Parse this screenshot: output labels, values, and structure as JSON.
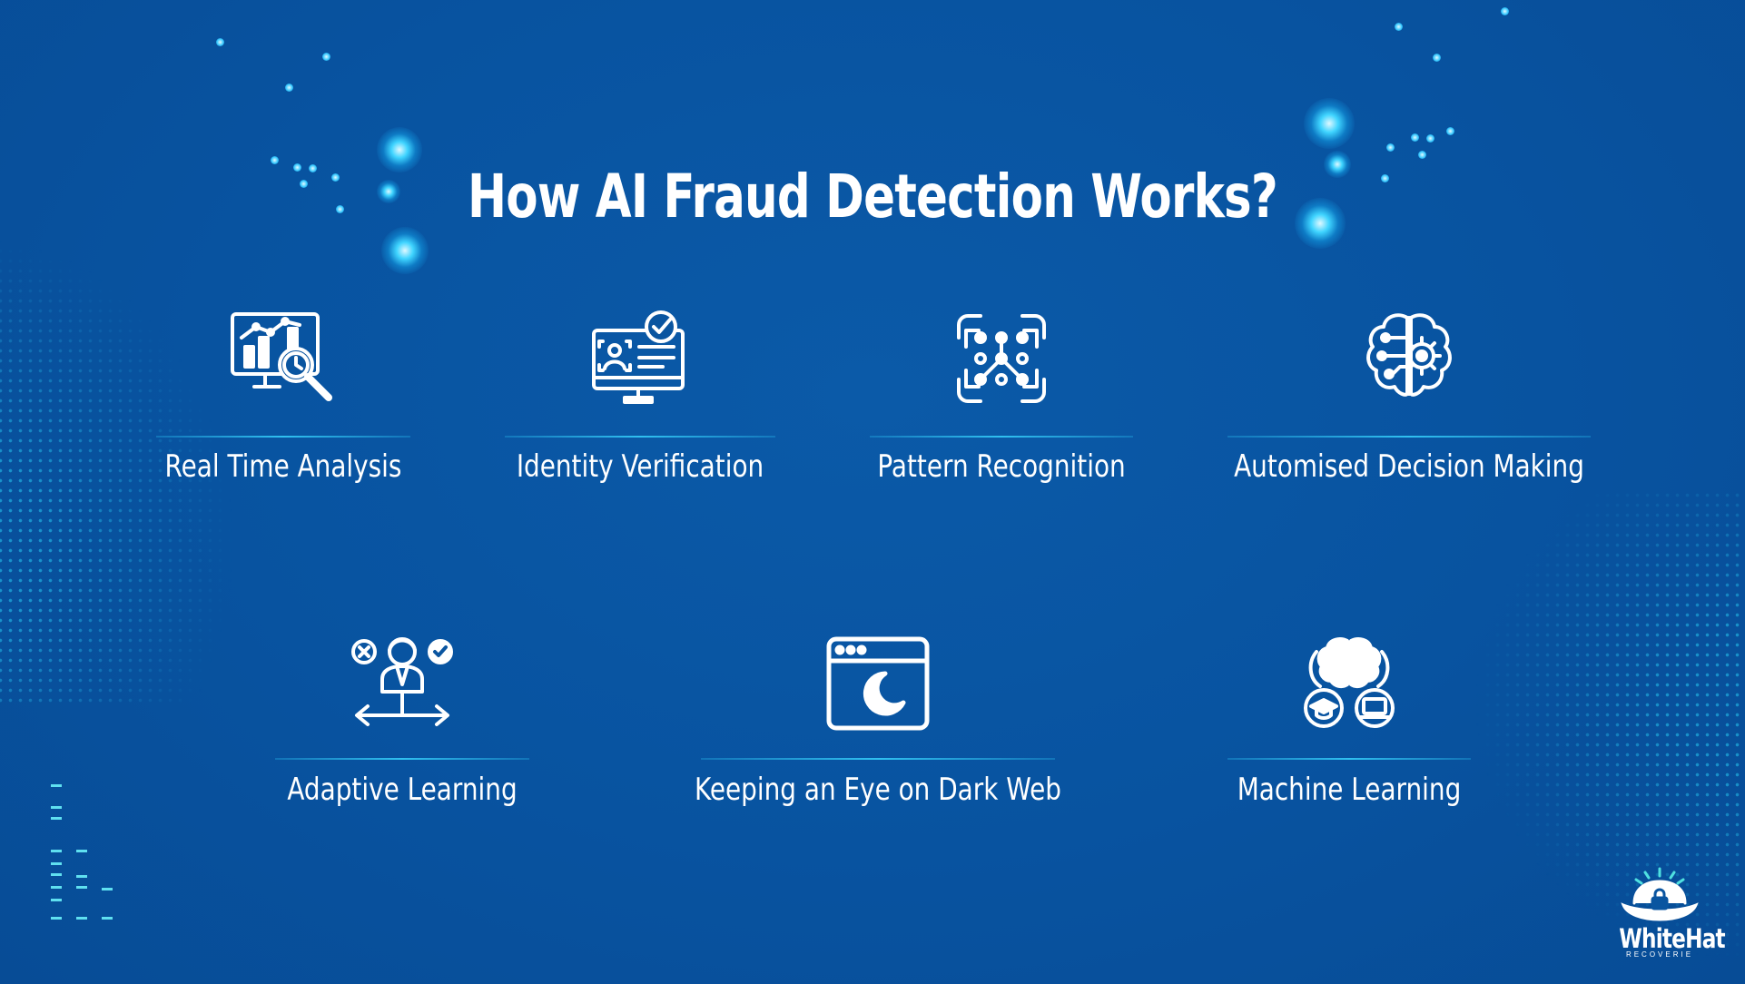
{
  "title": "How AI Fraud Detection Works?",
  "steps": [
    {
      "label": "Real Time Analysis",
      "icon": "monitor-chart-magnifier-icon"
    },
    {
      "label": "Identity Verification",
      "icon": "id-monitor-check-icon"
    },
    {
      "label": "Pattern Recognition",
      "icon": "scan-pattern-icon"
    },
    {
      "label": "Automised Decision Making",
      "icon": "brain-gear-icon"
    },
    {
      "label": "Adaptive Learning",
      "icon": "person-choice-arrows-icon"
    },
    {
      "label": "Keeping an Eye on Dark Web",
      "icon": "browser-moon-icon"
    },
    {
      "label": "Machine Learning",
      "icon": "brain-devices-icon"
    }
  ],
  "logo": {
    "name": "WhiteHat",
    "tagline": "RECOVERIE"
  },
  "colors": {
    "background": "#0a55a0",
    "accent": "#30c0f0",
    "text": "#ffffff"
  }
}
